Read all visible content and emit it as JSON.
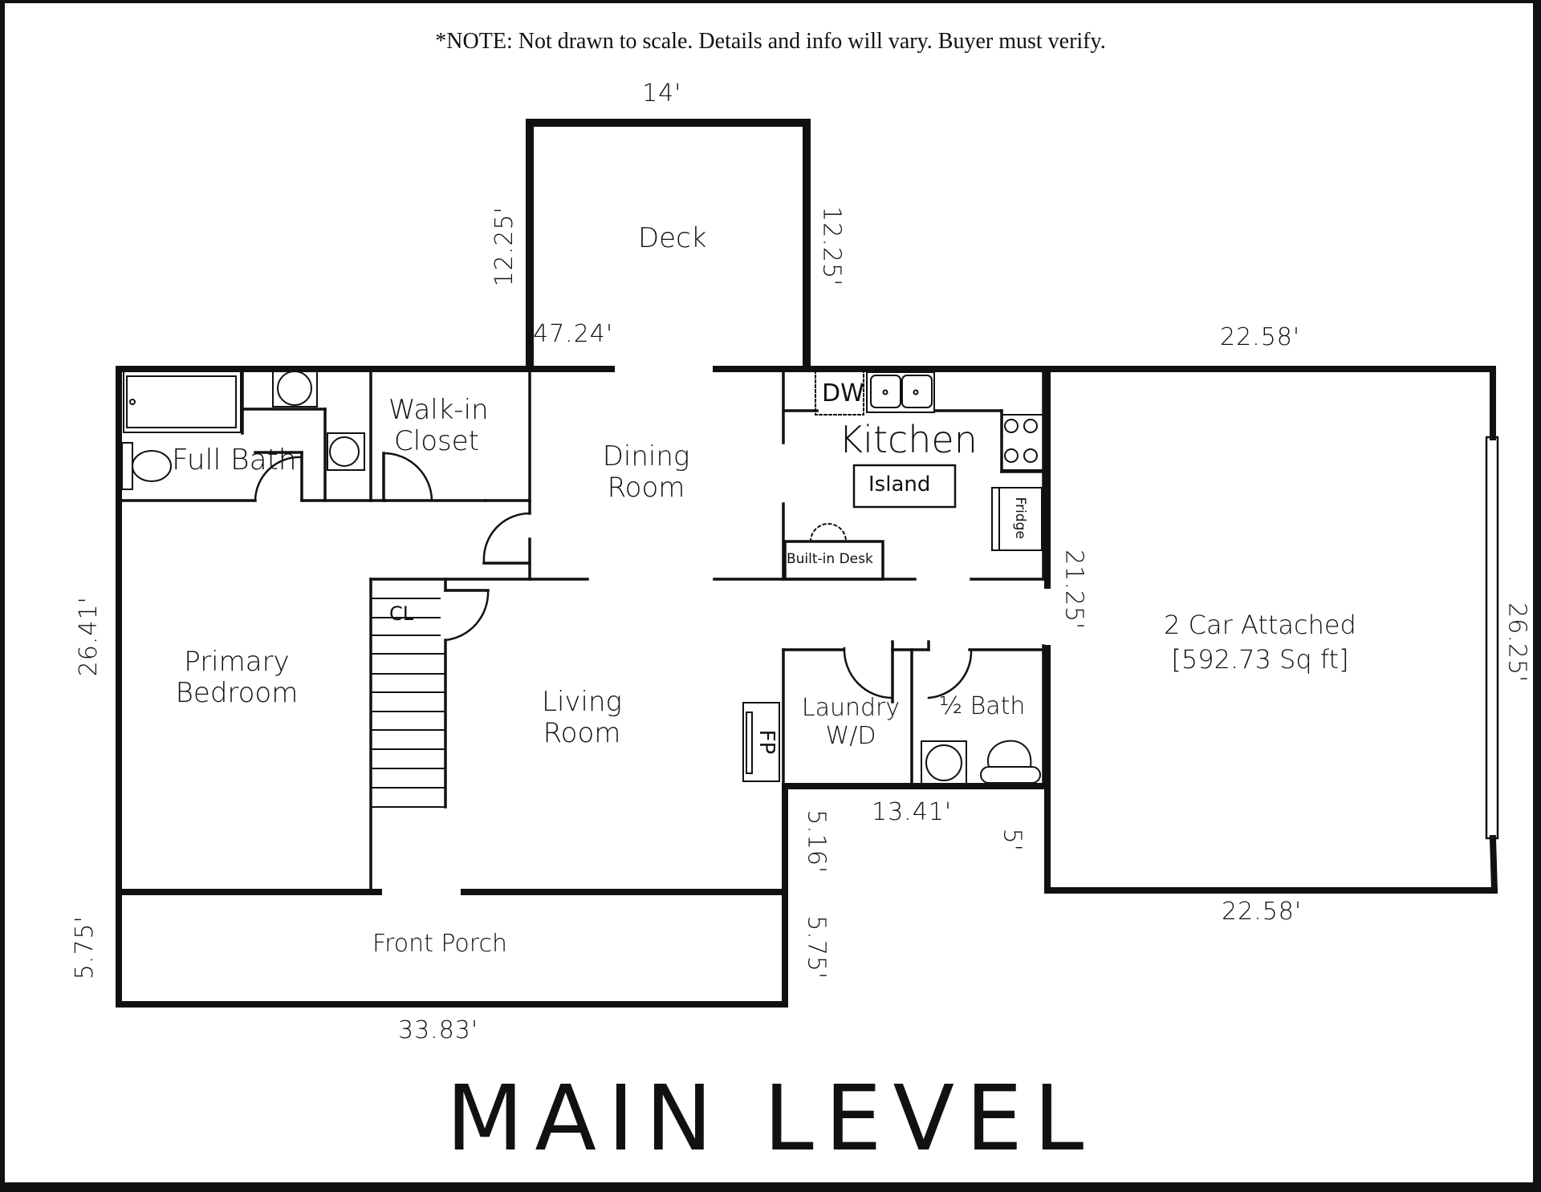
{
  "note": "*NOTE: Not drawn to scale.  Details and info will vary.  Buyer must verify.",
  "title": "MAIN LEVEL",
  "rooms": {
    "deck": "Deck",
    "full_bath": "Full Bath",
    "walk_in_closet_line1": "Walk-in",
    "walk_in_closet_line2": "Closet",
    "dining_room_line1": "Dining",
    "dining_room_line2": "Room",
    "kitchen": "Kitchen",
    "island": "Island",
    "dishwasher": "DW",
    "fridge": "Fridge",
    "built_in_desk": "Built-in Desk",
    "primary_bedroom_line1": "Primary",
    "primary_bedroom_line2": "Bedroom",
    "closet": "CL",
    "living_room_line1": "Living",
    "living_room_line2": "Room",
    "fireplace": "FP",
    "laundry_line1": "Laundry",
    "laundry_line2": "W/D",
    "half_bath": "½ Bath",
    "garage_line1": "2 Car Attached",
    "garage_line2": "[592.73 Sq ft]",
    "front_porch": "Front Porch"
  },
  "dimensions": {
    "deck_width": "14'",
    "deck_left": "12.25'",
    "deck_right": "12.25'",
    "house_rear": "47.24'",
    "garage_top": "22.58'",
    "garage_bottom": "22.58'",
    "garage_left": "21.25'",
    "garage_right": "26.25'",
    "house_left": "26.41'",
    "porch_left": "5.75'",
    "porch_right": "5.75'",
    "porch_width": "33.83'",
    "notch_width": "13.41'",
    "notch_left": "5.16'",
    "notch_right": "5'"
  },
  "colors": {
    "ink": "#111111",
    "paper": "#ffffff"
  }
}
